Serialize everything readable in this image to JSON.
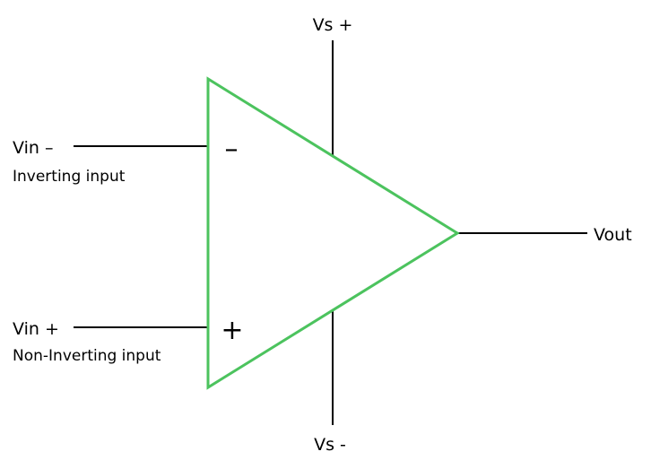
{
  "diagram": {
    "accent_color": "#4cc35e",
    "labels": {
      "vin_minus": "Vin –",
      "inverting_input": "Inverting input",
      "vin_plus": "Vin +",
      "non_inverting_input": "Non-Inverting input",
      "vs_plus": "Vs +",
      "vs_minus": "Vs -",
      "vout": "Vout",
      "minus_symbol": "–",
      "plus_symbol": "+"
    }
  }
}
